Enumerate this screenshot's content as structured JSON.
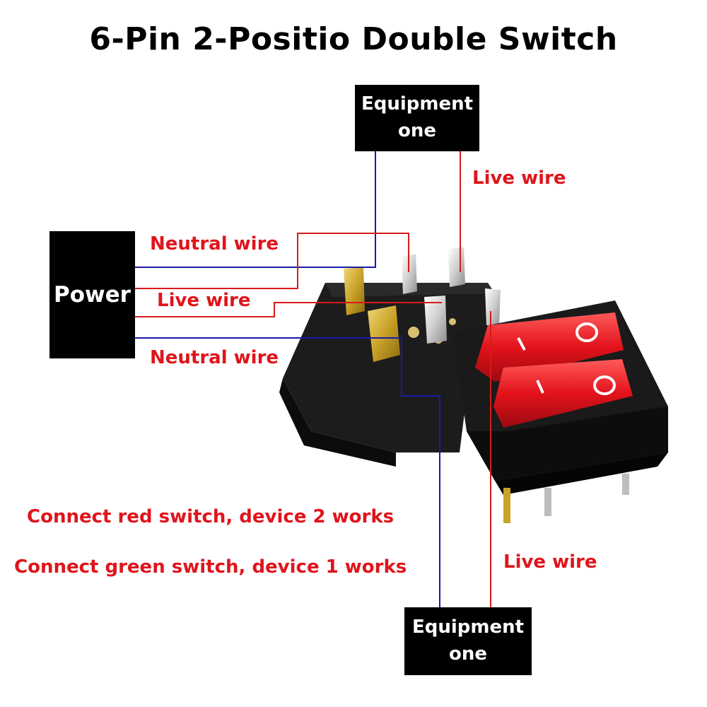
{
  "title": "6-Pin 2-Positio Double Switch",
  "boxes": {
    "equipment_top": [
      "Equipment",
      "one"
    ],
    "power": "Power",
    "equipment_bottom": [
      "Equipment",
      "one"
    ]
  },
  "wire_labels": {
    "neutral_upper": "Neutral wire",
    "live_left": "Live wire",
    "neutral_lower": "Neutral wire",
    "live_top_right": "Live wire",
    "live_bottom_right": "Live wire"
  },
  "notes": {
    "red": "Connect red switch, device 2 works",
    "green": "Connect green switch, device 1 works"
  },
  "colors": {
    "neutral_wire": "#1a1aa8",
    "live_wire": "#d81a1a",
    "label_text": "#e0141b",
    "switch_red": "#e3121b",
    "switch_body": "#141414",
    "terminal_gold": "#c9a227",
    "terminal_silver": "#d9d9d9"
  },
  "icons": {
    "switch_on_mark": "line-symbol",
    "switch_off_mark": "circle-symbol"
  },
  "switch_marks": {
    "on": "I",
    "off": "O"
  }
}
